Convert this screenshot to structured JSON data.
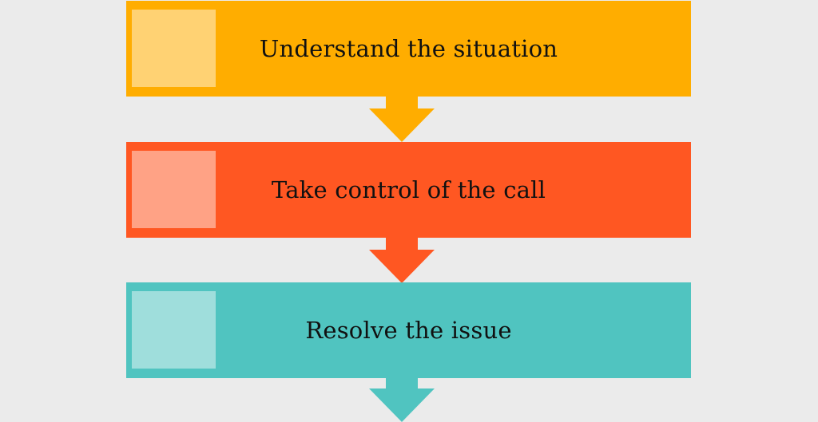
{
  "steps": [
    {
      "label": "Understand the situation",
      "color": "#ffad00"
    },
    {
      "label": "Take control of the call",
      "color": "#ff5722"
    },
    {
      "label": "Resolve the issue",
      "color": "#50c4c0"
    }
  ]
}
